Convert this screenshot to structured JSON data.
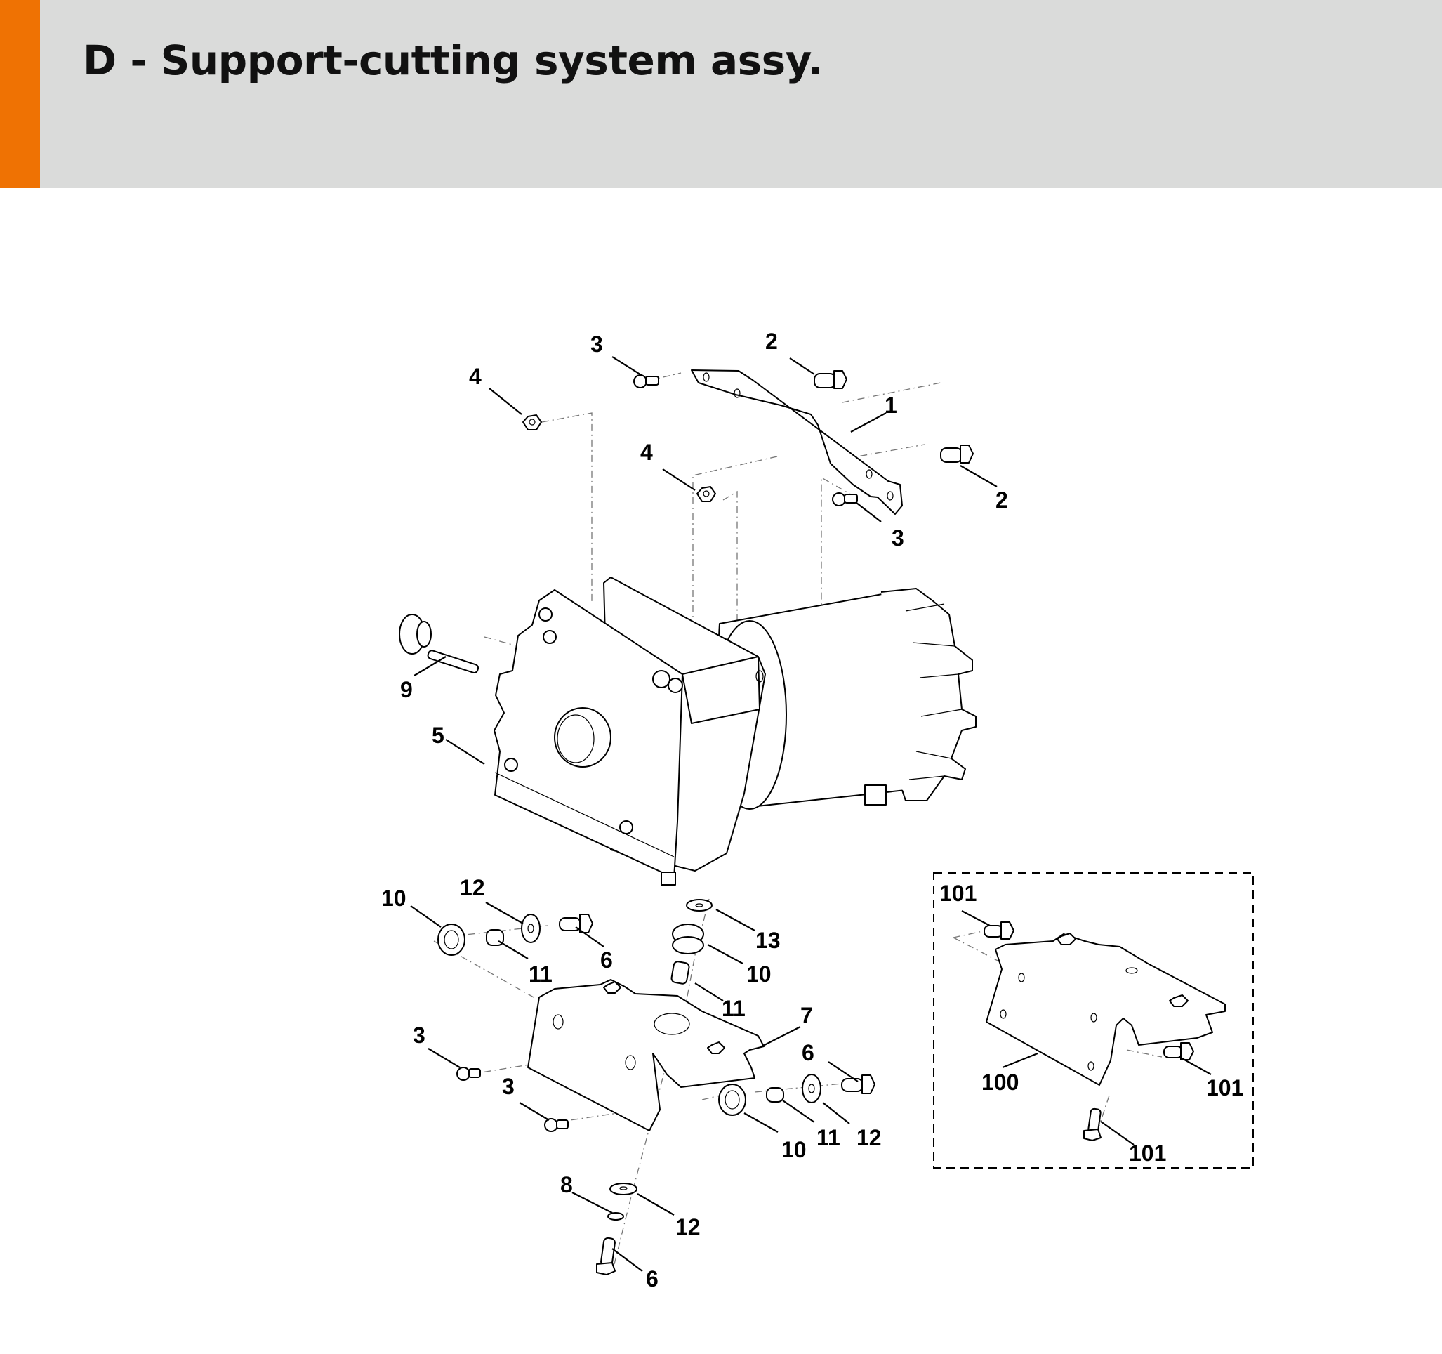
{
  "header": {
    "title": "D - Support-cutting system assy.",
    "accent_color": "#ef7203",
    "background_color": "#dadbda"
  },
  "diagram": {
    "callouts": [
      {
        "id": "c-2a",
        "label": "2"
      },
      {
        "id": "c-3a",
        "label": "3"
      },
      {
        "id": "c-4a",
        "label": "4"
      },
      {
        "id": "c-1",
        "label": "1"
      },
      {
        "id": "c-4b",
        "label": "4"
      },
      {
        "id": "c-2b",
        "label": "2"
      },
      {
        "id": "c-3b",
        "label": "3"
      },
      {
        "id": "c-9",
        "label": "9"
      },
      {
        "id": "c-5",
        "label": "5"
      },
      {
        "id": "c-10a",
        "label": "10"
      },
      {
        "id": "c-12a",
        "label": "12"
      },
      {
        "id": "c-6a",
        "label": "6"
      },
      {
        "id": "c-11a",
        "label": "11"
      },
      {
        "id": "c-13",
        "label": "13"
      },
      {
        "id": "c-10b",
        "label": "10"
      },
      {
        "id": "c-11b",
        "label": "11"
      },
      {
        "id": "c-7",
        "label": "7"
      },
      {
        "id": "c-3c",
        "label": "3"
      },
      {
        "id": "c-3d",
        "label": "3"
      },
      {
        "id": "c-6b",
        "label": "6"
      },
      {
        "id": "c-10c",
        "label": "10"
      },
      {
        "id": "c-11c",
        "label": "11"
      },
      {
        "id": "c-12b",
        "label": "12"
      },
      {
        "id": "c-8",
        "label": "8"
      },
      {
        "id": "c-12c",
        "label": "12"
      },
      {
        "id": "c-6c",
        "label": "6"
      },
      {
        "id": "c-101a",
        "label": "101"
      },
      {
        "id": "c-100",
        "label": "100"
      },
      {
        "id": "c-101b",
        "label": "101"
      },
      {
        "id": "c-101c",
        "label": "101"
      }
    ]
  }
}
